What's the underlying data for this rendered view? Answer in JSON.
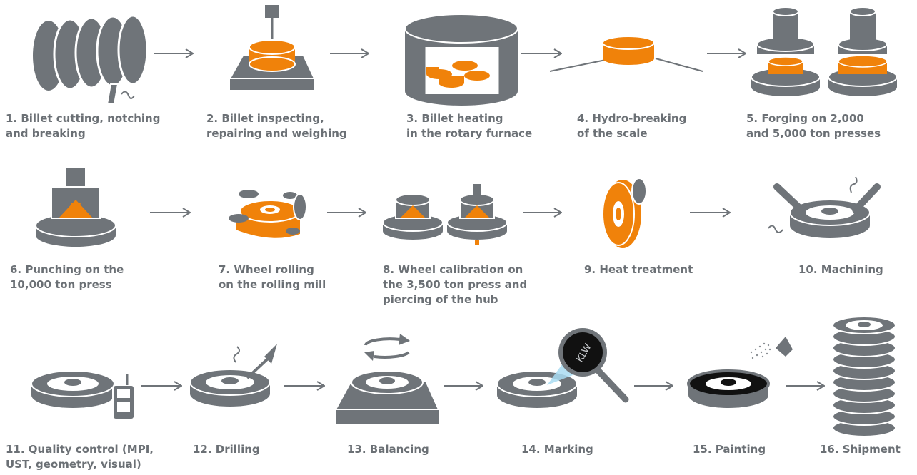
{
  "colors": {
    "gray": "#6f7479",
    "orange": "#f0820a",
    "light": "#ffffff",
    "dark": "#111111",
    "text": "#6b7075"
  },
  "steps": [
    {
      "n": 1,
      "label": "1. Billet cutting, notching\nand breaking"
    },
    {
      "n": 2,
      "label": "2. Billet inspecting,\nrepairing and weighing"
    },
    {
      "n": 3,
      "label": "3. Billet heating\nin the rotary furnace"
    },
    {
      "n": 4,
      "label": "4. Hydro-breaking\nof the scale"
    },
    {
      "n": 5,
      "label": "5. Forging on 2,000\nand 5,000 ton presses"
    },
    {
      "n": 6,
      "label": "6. Punching on the\n10,000 ton press"
    },
    {
      "n": 7,
      "label": "7. Wheel rolling\non the rolling mill"
    },
    {
      "n": 8,
      "label": "8. Wheel calibration on\nthe 3,500 ton press and\npiercing of the hub"
    },
    {
      "n": 9,
      "label": "9. Heat treatment"
    },
    {
      "n": 10,
      "label": "10. Machining"
    },
    {
      "n": 11,
      "label": "11. Quality control (MPI,\nUST, geometry, visual)"
    },
    {
      "n": 12,
      "label": "12. Drilling"
    },
    {
      "n": 13,
      "label": "13. Balancing"
    },
    {
      "n": 14,
      "label": "14. Marking"
    },
    {
      "n": 15,
      "label": "15. Painting"
    },
    {
      "n": 16,
      "label": "16. Shipment"
    }
  ],
  "marking_text": "KLW"
}
